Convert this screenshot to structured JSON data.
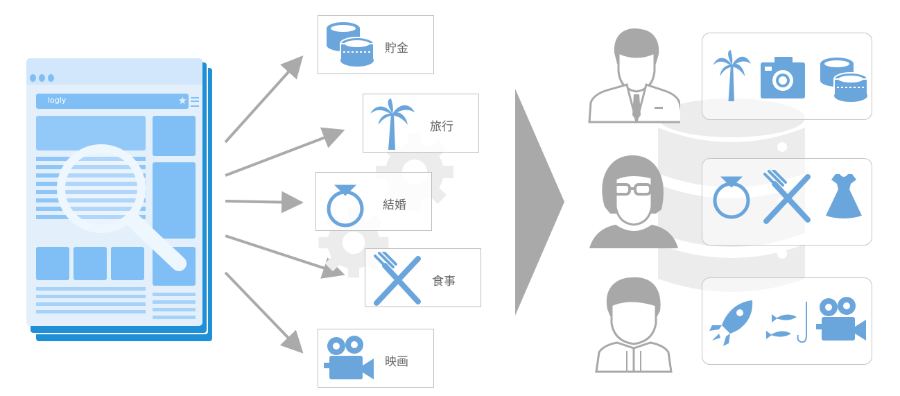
{
  "browser": {
    "address_text": "logly"
  },
  "categories": [
    {
      "label": "貯金",
      "icon": "coins-icon"
    },
    {
      "label": "旅行",
      "icon": "palm-tree-icon"
    },
    {
      "label": "結婚",
      "icon": "ring-icon"
    },
    {
      "label": "食事",
      "icon": "fork-knife-icon"
    },
    {
      "label": "映画",
      "icon": "movie-camera-icon"
    }
  ],
  "users": [
    {
      "avatar": "businessman-icon",
      "interests": [
        "palm-tree-icon",
        "camera-icon",
        "coins-icon"
      ]
    },
    {
      "avatar": "woman-glasses-icon",
      "interests": [
        "ring-icon",
        "fork-knife-icon",
        "dress-icon"
      ]
    },
    {
      "avatar": "young-man-icon",
      "interests": [
        "rocket-icon",
        "fishing-icon",
        "movie-camera-icon"
      ]
    }
  ],
  "colors": {
    "icon_blue": "#6aa6db",
    "gray": "#a8a8a8",
    "light_blue": "#d3e8fb",
    "dark_blue": "#1f8fd6"
  }
}
